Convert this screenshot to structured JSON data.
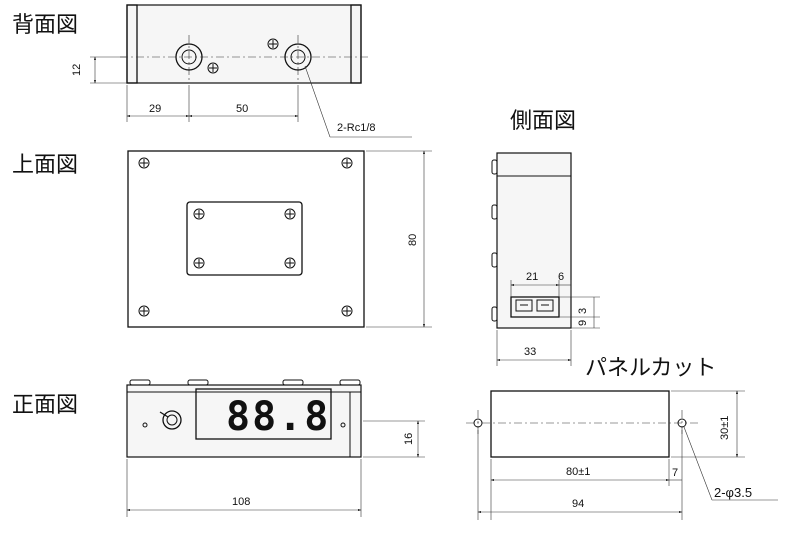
{
  "views": {
    "back": {
      "title": "背面図",
      "dims": {
        "height": "12",
        "left_offset": "29",
        "pitch": "50"
      },
      "callout": "2-Rc1/8"
    },
    "side": {
      "title": "側面図",
      "dims": {
        "width_top": "21",
        "gap": "6",
        "small1": "3",
        "small2": "9",
        "depth": "33"
      }
    },
    "top": {
      "title": "上面図",
      "dims": {
        "height": "80"
      }
    },
    "front": {
      "title": "正面図",
      "display": "88.8",
      "dims": {
        "width": "108",
        "height": "16"
      }
    },
    "panel_cut": {
      "title": "パネルカット",
      "dims": {
        "height": "30±1",
        "width": "80±1",
        "edge": "7",
        "total": "94"
      },
      "callout": "2-φ3.5"
    }
  }
}
